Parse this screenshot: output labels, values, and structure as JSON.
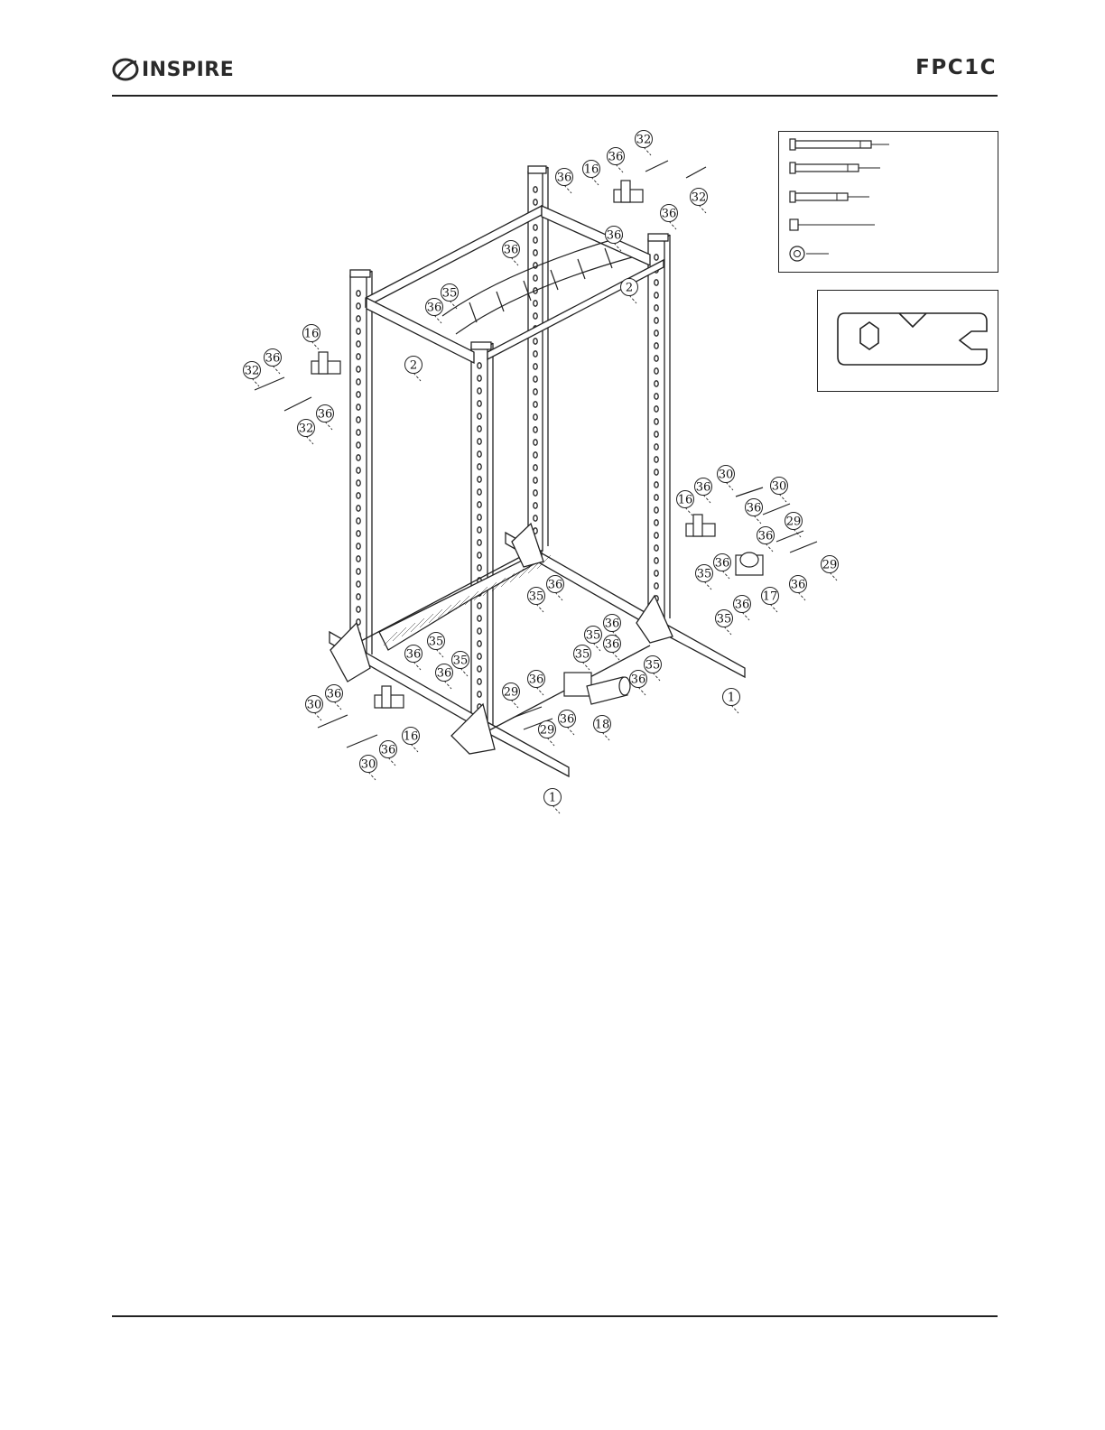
{
  "header": {
    "brand": "INSPIRE",
    "model": "FPC1C"
  },
  "callouts": [
    {
      "label": "32"
    },
    {
      "label": "36"
    },
    {
      "label": "16"
    },
    {
      "label": "36"
    },
    {
      "label": "36"
    },
    {
      "label": "32"
    },
    {
      "label": "36"
    },
    {
      "label": "2"
    },
    {
      "label": "35"
    },
    {
      "label": "36"
    },
    {
      "label": "2"
    },
    {
      "label": "16"
    },
    {
      "label": "36"
    },
    {
      "label": "32"
    },
    {
      "label": "36"
    },
    {
      "label": "32"
    },
    {
      "label": "30"
    },
    {
      "label": "30"
    },
    {
      "label": "16"
    },
    {
      "label": "36"
    },
    {
      "label": "36"
    },
    {
      "label": "29"
    },
    {
      "label": "36"
    },
    {
      "label": "29"
    },
    {
      "label": "35"
    },
    {
      "label": "36"
    },
    {
      "label": "17"
    },
    {
      "label": "36"
    },
    {
      "label": "36"
    },
    {
      "label": "35"
    },
    {
      "label": "35"
    },
    {
      "label": "36"
    },
    {
      "label": "35"
    },
    {
      "label": "36"
    },
    {
      "label": "36"
    },
    {
      "label": "35"
    },
    {
      "label": "35"
    },
    {
      "label": "36"
    },
    {
      "label": "35"
    },
    {
      "label": "36"
    },
    {
      "label": "1"
    },
    {
      "label": "29"
    },
    {
      "label": "36"
    },
    {
      "label": "29"
    },
    {
      "label": "36"
    },
    {
      "label": "18"
    },
    {
      "label": "30"
    },
    {
      "label": "36"
    },
    {
      "label": "16"
    },
    {
      "label": "36"
    },
    {
      "label": "30"
    },
    {
      "label": "1"
    },
    {
      "label": "35"
    },
    {
      "label": "36"
    },
    {
      "label": "36"
    }
  ],
  "hardware_legend": [
    {
      "kind": "long-bolt"
    },
    {
      "kind": "long-bolt"
    },
    {
      "kind": "medium-bolt"
    },
    {
      "kind": "nut"
    },
    {
      "kind": "washer"
    }
  ],
  "tool": {
    "kind": "combination-wrench"
  }
}
